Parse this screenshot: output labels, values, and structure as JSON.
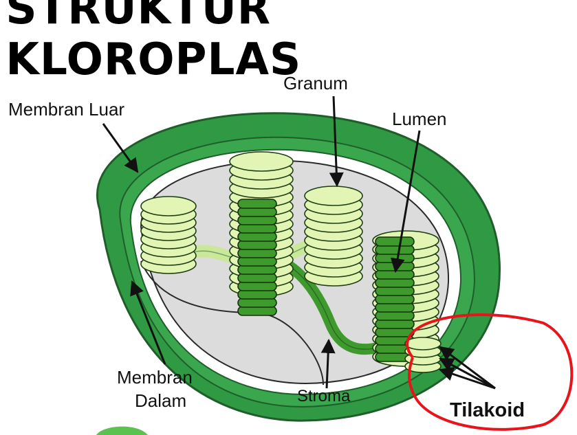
{
  "title": "STRUKTUR KLOROPLAS",
  "labels": {
    "membran_luar": "Membran Luar",
    "granum": "Granum",
    "lumen": "Lumen",
    "membran_dalam_1": "Membran",
    "membran_dalam_2": "Dalam",
    "stroma": "Stroma",
    "tilakoid": "Tilakoid"
  },
  "colors": {
    "outer_membrane": "#2f9a43",
    "inner_membrane": "#3aa64d",
    "stroma": "#dcdcdc",
    "thylakoid_light": "#e2f5b4",
    "thylakoid_dark": "#3f9a2e",
    "highlight": "#e8141c"
  }
}
